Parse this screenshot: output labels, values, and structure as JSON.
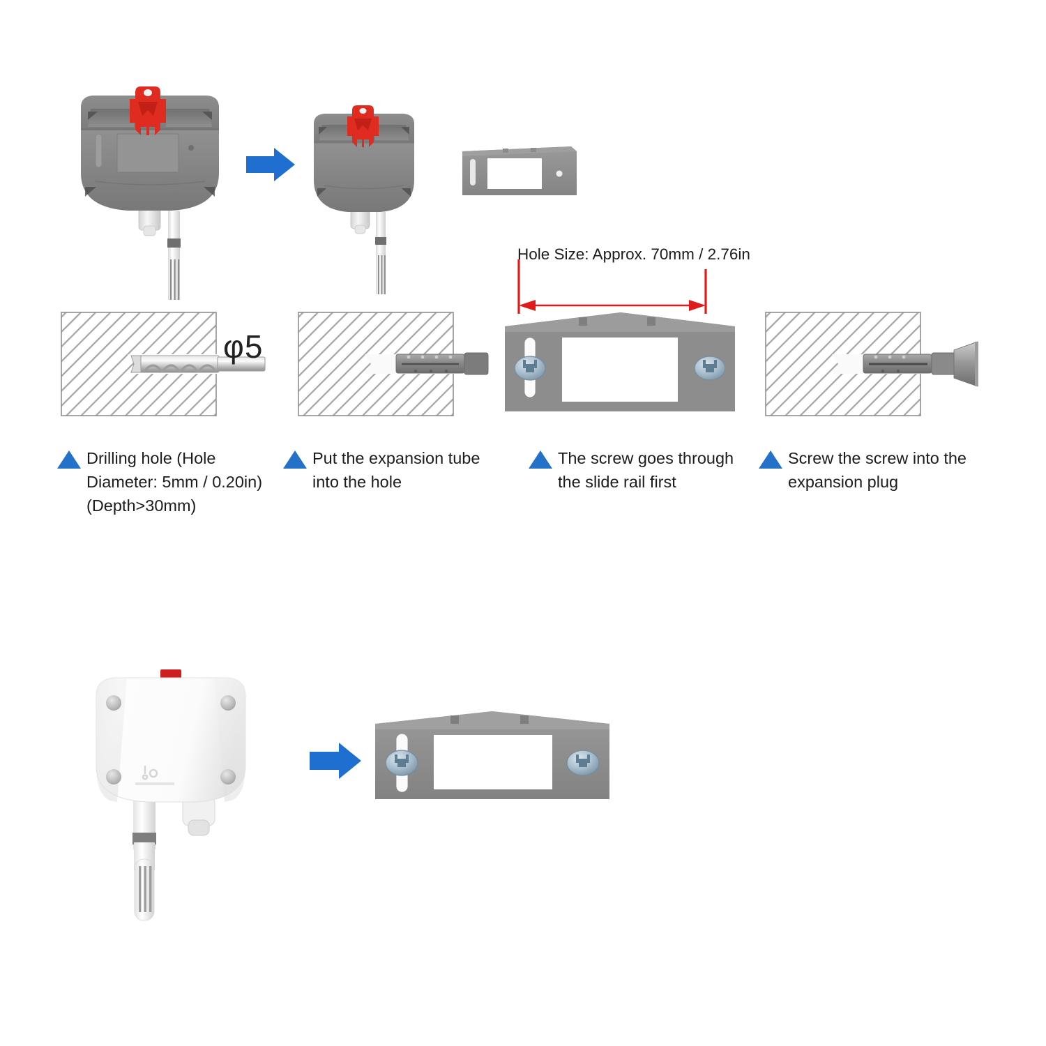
{
  "document": {
    "title": "Sensor Wall Mounting Installation Diagram",
    "background_color": "#ffffff"
  },
  "palette": {
    "arrow_blue": "#1f6fd0",
    "bullet_blue": "#2471c8",
    "dimension_red": "#e01b1b",
    "clip_red": "#e02b20",
    "housing_gray": "#8a8a8a",
    "rail_gray": "#8c8c8c",
    "hatch_gray": "#9a9a9a",
    "screw_blue_gray": "#9fb3c4",
    "white_body": "#fdfdfd",
    "text": "#1c1c1c"
  },
  "annotations": {
    "hole_size": "Hole Size: Approx. 70mm / 2.76in",
    "drill_diameter": "φ5"
  },
  "steps": [
    {
      "id": "step-1",
      "bullet": "blue-triangle",
      "lines": [
        "Drilling hole (Hole",
        "Diameter: 5mm / 0.20in)",
        "(Depth>30mm)"
      ]
    },
    {
      "id": "step-2",
      "bullet": "blue-triangle",
      "lines": [
        "Put the expansion tube",
        "into the hole"
      ]
    },
    {
      "id": "step-3",
      "bullet": "blue-triangle",
      "lines": [
        "The screw goes through",
        "the slide rail first"
      ]
    },
    {
      "id": "step-4",
      "bullet": "blue-triangle",
      "lines": [
        "Screw the screw into the",
        "expansion plug"
      ]
    }
  ],
  "figures": {
    "top_row": [
      {
        "id": "sensor-back-clip-open",
        "label": "Sensor rear view with red slide clip"
      },
      {
        "id": "transition-arrow-1",
        "label": "Blue right arrow"
      },
      {
        "id": "sensor-back-clip-closed",
        "label": "Sensor rear view, clip engaged"
      },
      {
        "id": "slide-rail-plain",
        "label": "Slide rail bracket"
      }
    ],
    "middle_row": [
      {
        "id": "wall-drilling",
        "label": "Wall cross-section with masonry drill bit"
      },
      {
        "id": "wall-expansion-tube",
        "label": "Wall cross-section with expansion tube inserted"
      },
      {
        "id": "slide-rail-screws",
        "label": "Slide rail with two mounting screws and dimension arrow"
      },
      {
        "id": "wall-screw-in-plug",
        "label": "Wall cross-section with screw driven into expansion plug"
      }
    ],
    "bottom_row": [
      {
        "id": "sensor-front-white",
        "label": "Assembled white temperature and humidity sensor"
      },
      {
        "id": "transition-arrow-2",
        "label": "Blue right arrow"
      },
      {
        "id": "slide-rail-mounted",
        "label": "Mounted slide rail bracket with screws"
      }
    ]
  }
}
